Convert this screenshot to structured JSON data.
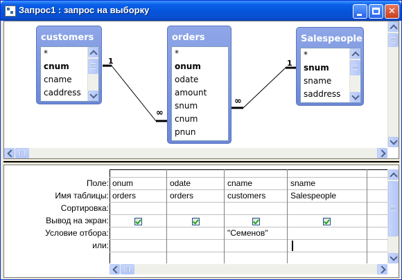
{
  "window": {
    "title": "Запрос1 : запрос на выборку",
    "icon": "query-icon",
    "buttons": [
      "minimize-icon",
      "maximize-icon",
      "close-icon"
    ]
  },
  "tables": [
    {
      "name": "customers",
      "fields": [
        "*",
        "cnum",
        "cname",
        "caddress"
      ],
      "bold": [
        "cnum"
      ]
    },
    {
      "name": "orders",
      "fields": [
        "*",
        "onum",
        "odate",
        "amount",
        "snum",
        "cnum",
        "pnun"
      ],
      "bold": [
        "onum"
      ]
    },
    {
      "name": "Salespeople",
      "fields": [
        "*",
        "snum",
        "sname",
        "saddress"
      ],
      "bold": [
        "snum"
      ]
    }
  ],
  "relations": [
    {
      "from": "customers.cnum",
      "to": "orders.cnum",
      "one_label": "1",
      "many_label": "∞"
    },
    {
      "from": "Salespeople.snum",
      "to": "orders.snum",
      "one_label": "1",
      "many_label": "∞"
    }
  ],
  "grid": {
    "row_labels": {
      "field": "Поле:",
      "table": "Имя таблицы:",
      "sort": "Сортировка:",
      "show": "Вывод на экран:",
      "criteria": "Условие отбора:",
      "or": "или:"
    },
    "columns": [
      {
        "field": "onum",
        "table": "orders",
        "sort": "",
        "show": true,
        "criteria": "",
        "or": ""
      },
      {
        "field": "odate",
        "table": "orders",
        "sort": "",
        "show": true,
        "criteria": "",
        "or": ""
      },
      {
        "field": "cname",
        "table": "customers",
        "sort": "",
        "show": true,
        "criteria": "\"Семенов\"",
        "or": ""
      },
      {
        "field": "sname",
        "table": "Salespeople",
        "sort": "",
        "show": true,
        "criteria": "",
        "or": ""
      }
    ]
  },
  "colors": {
    "title_bar": "#0453d8",
    "table_header": "#7b93dd",
    "checkbox_check": "#21a121"
  }
}
